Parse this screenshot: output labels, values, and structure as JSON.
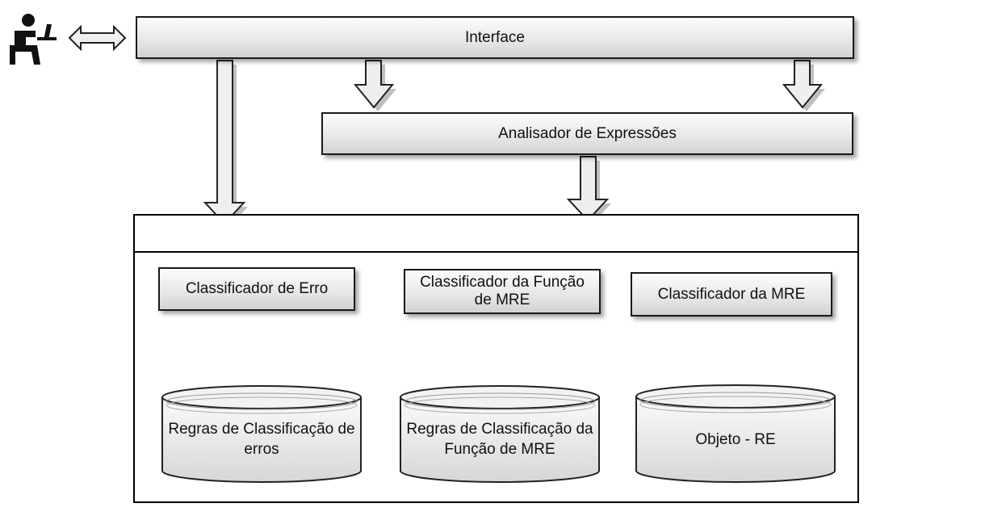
{
  "diagram": {
    "interface": {
      "label": "Interface"
    },
    "analyzer": {
      "label": "Analisador de Expressões"
    },
    "classifiers": [
      {
        "label": "Classificador de Erro"
      },
      {
        "label": "Classificador da Função de MRE"
      },
      {
        "label": "Classificador da MRE"
      }
    ],
    "databases": [
      {
        "label": "Regras de Classificação de erros"
      },
      {
        "label": "Regras de Classificação da Função de MRE"
      },
      {
        "label": "Objeto - RE"
      }
    ],
    "icons": {
      "user": "user-at-computer-icon",
      "exchange": "double-arrow-icon"
    }
  }
}
